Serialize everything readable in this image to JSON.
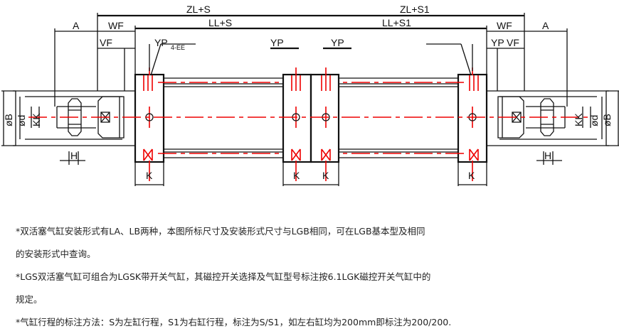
{
  "drawing": {
    "labels": {
      "zl_s": "ZL+S",
      "zl_s1": "ZL+S1",
      "ll_s": "LL+S",
      "ll_s1": "LL+S1",
      "a_left": "A",
      "a_right": "A",
      "wf_left": "WF",
      "wf_right": "WF",
      "vf_left": "VF",
      "vf_right": "VF",
      "yp_left": "YP",
      "yp_mid1": "YP",
      "yp_mid2": "YP",
      "yp_right": "YP",
      "ee": "4-EE",
      "ob_left": "øB",
      "od_left": "ød",
      "kk_left": "KK",
      "ob_right": "øB",
      "od_right": "ød",
      "kk_right": "KK",
      "h_left": "H",
      "h_right": "H",
      "k1": "K",
      "k2": "K",
      "k3": "K",
      "k4": "K"
    },
    "colors": {
      "line": "#111111",
      "center": "#e00000"
    }
  },
  "notes": [
    "*双活塞气缸安装形式有LA、LB两种，本图所标尺寸及安装形式尺寸与LGB相同，可在LGB基本型及相同",
    "的安装形式中查询。",
    "*LGS双活塞气缸可组合为LGSK带开关气缸，其磁控开关选择及气缸型号标注按6.1LGK磁控开关气缸中的",
    "规定。",
    "*气缸行程的标注方法：S为左缸行程，S1为右缸行程，标注为S/S1，如左右缸均为200mm即标注为200/200."
  ]
}
